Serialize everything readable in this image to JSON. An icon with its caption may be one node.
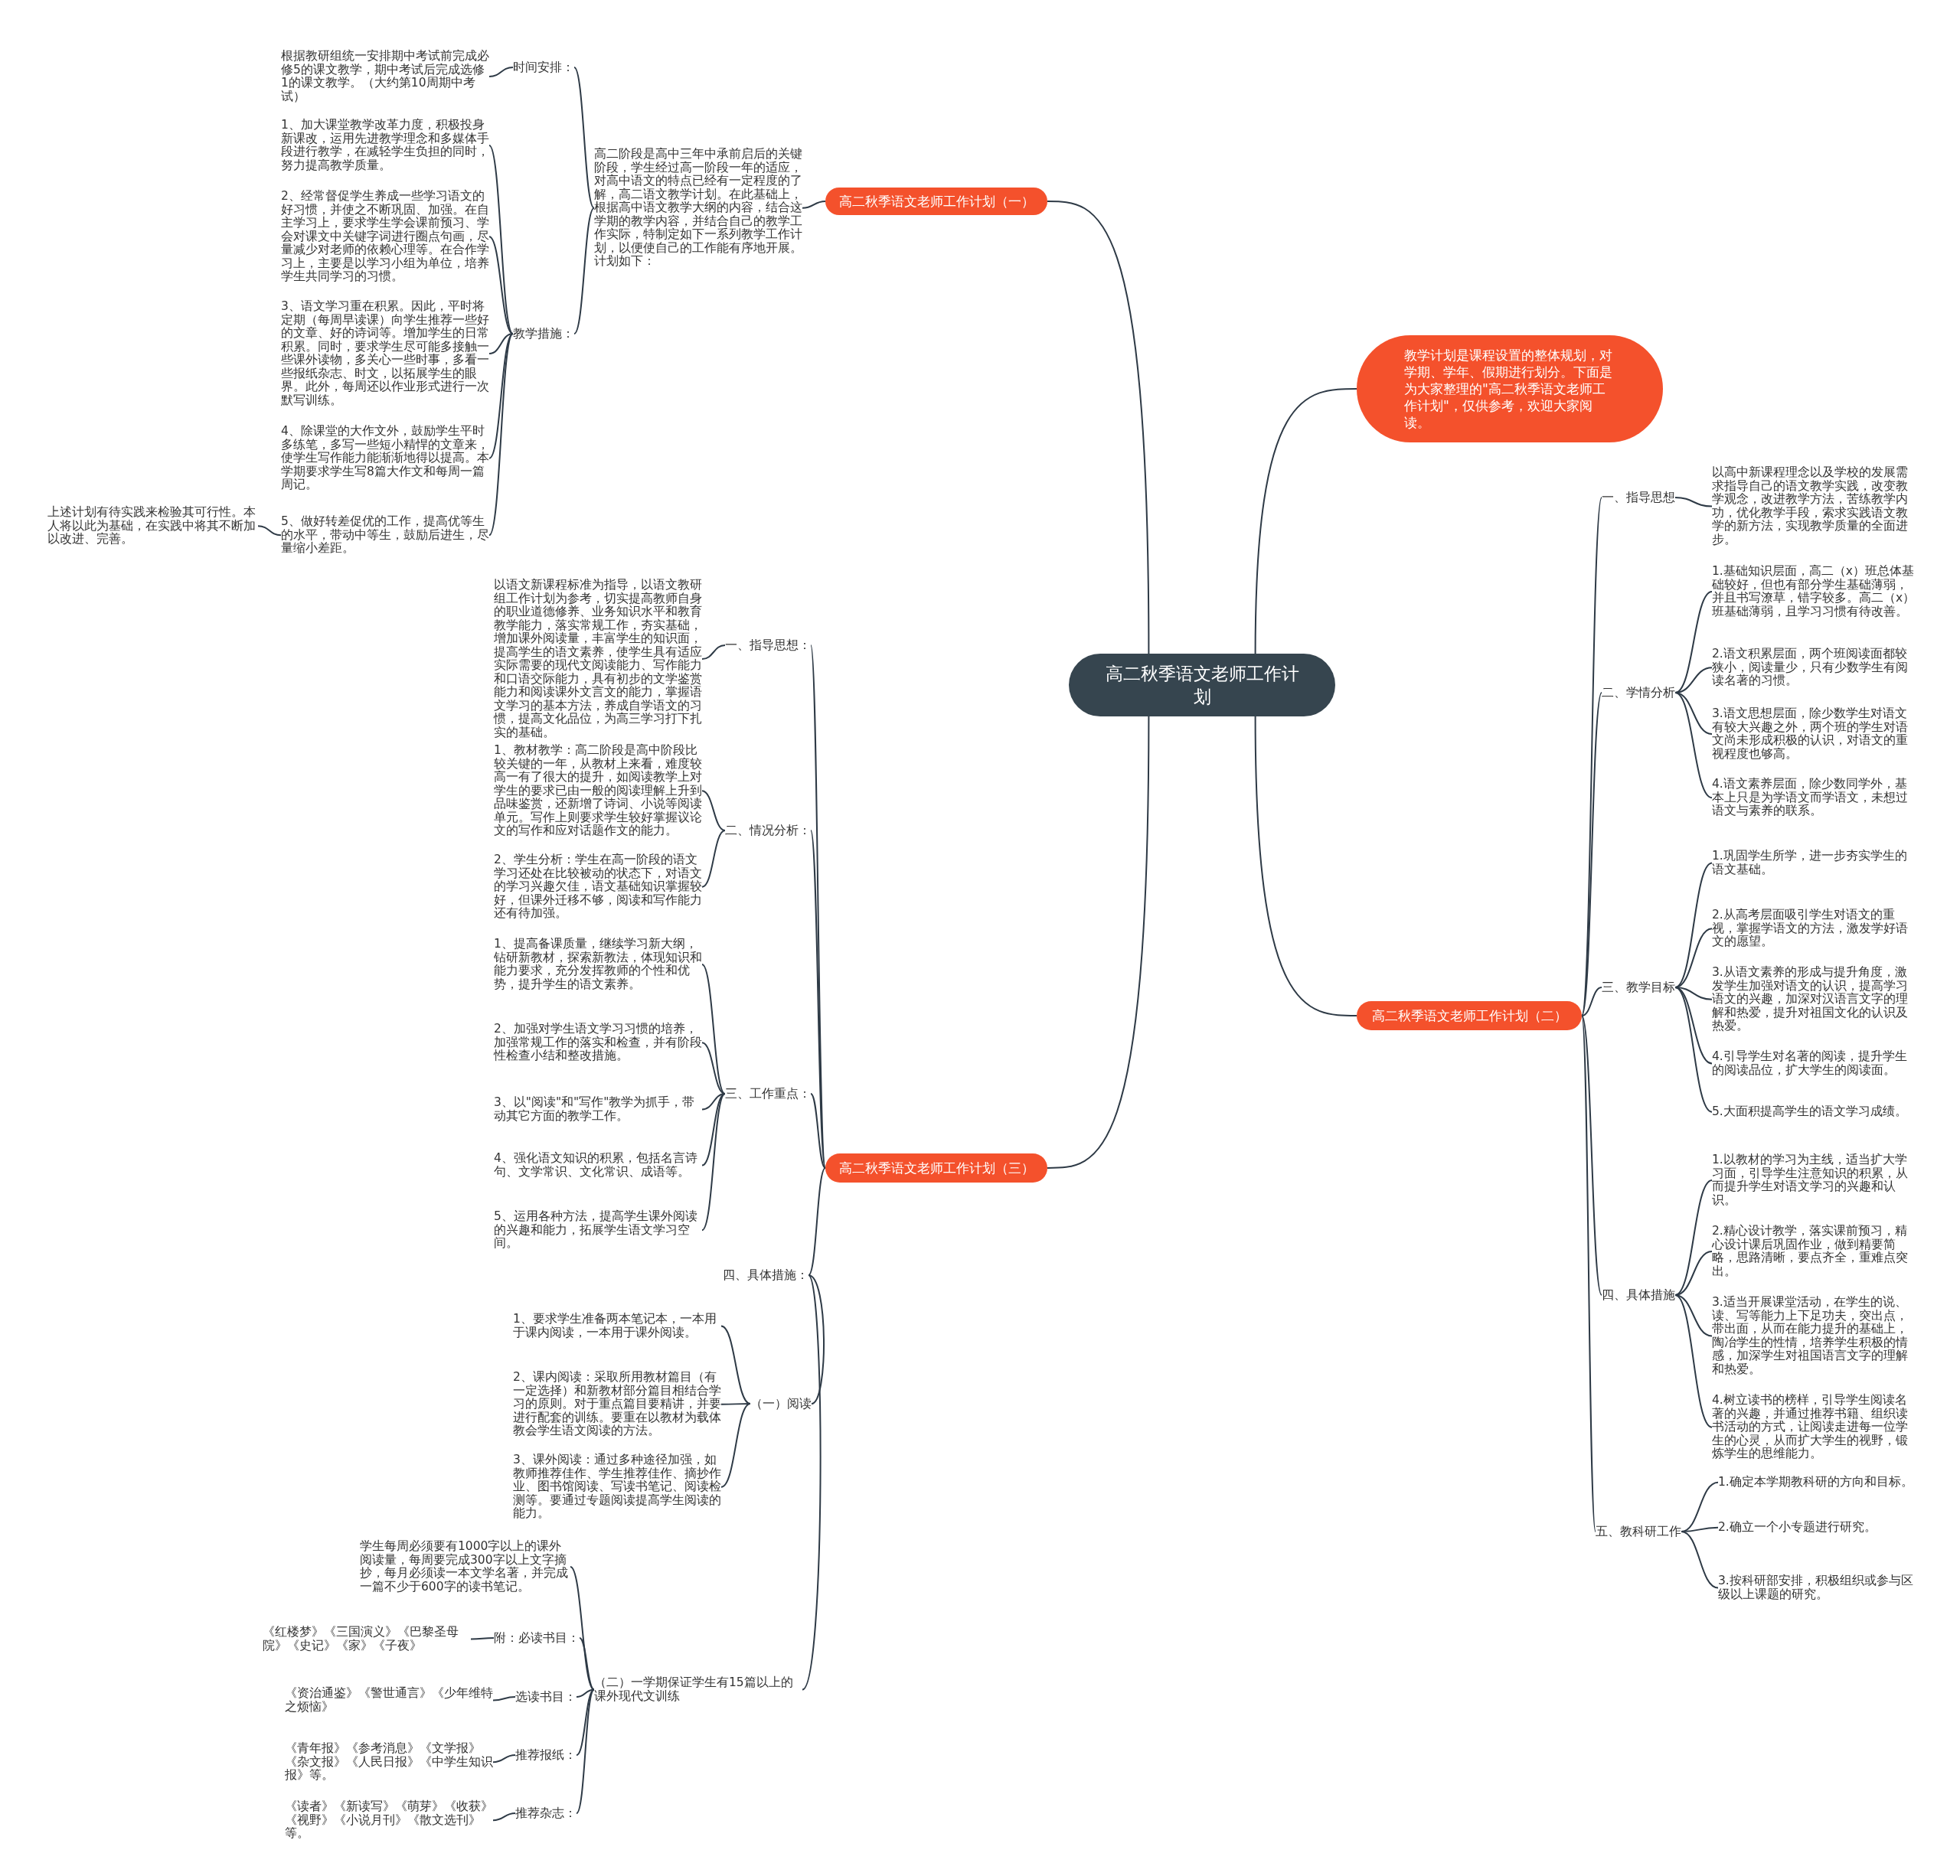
{
  "diagram": {
    "nodes": [
      {
        "text": [
          "高二秋季语文老师工作计划"
        ]
      },
      {
        "text": [
          "高二秋季语文老师工作计划（一）"
        ]
      },
      {
        "text": [
          "教学计划是课程设置的整体规划，对学期、学年、假期进行划分。下面是为大家整理的\"高二秋季语文老师工作计划\"，仅供参考，欢迎大家阅读。"
        ]
      },
      {
        "text": [
          "高二秋季语文老师工作计划（二）"
        ]
      },
      {
        "text": [
          "高二秋季语文老师工作计划（三）"
        ]
      },
      {
        "text": [
          "高二阶段是高中三年中承前启后的关键阶段，学生经过高一阶段一年的适应，对高中语文的特点已经有一定程度的了解，高二语文教学计划。在此基础上，根据高中语文教学大纲的内容，结合这学期的教学内容，并结合自己的教学工作实际，特制定如下一系列教学工作计划，以便使自己的工作能有序地开展。计划如下："
        ]
      },
      {
        "text": [
          "时间安排："
        ]
      },
      {
        "text": [
          "根据教研组统一安排期中考试前完成必修5的课文教学，期中考试后完成选修1的课文教学。（大约第10周期中考试）"
        ]
      },
      {
        "text": [
          "教学措施："
        ]
      },
      {
        "text": [
          "1、加大课堂教学改革力度，积极投身新课改，运用先进教学理念和多媒体手段进行教学，在减轻学生负担的同时，努力提高教学质量。"
        ]
      },
      {
        "text": [
          "2、经常督促学生养成一些学习语文的好习惯，并使之不断巩固、加强。在自主学习上，要求学生学会课前预习、学会对课文中关键字词进行圈点句画，尽量减少对老师的依赖心理等。在合作学习上，主要是以学习小组为单位，培养学生共同学习的习惯。"
        ]
      },
      {
        "text": [
          "3、语文学习重在积累。因此，平时将定期（每周早读课）向学生推荐一些好的文章、好的诗词等。增加学生的日常积累。同时，要求学生尽可能多接触一些课外读物，多关心一些时事，多看一些报纸杂志、时文，以拓展学生的眼界。此外，每周还以作业形式进行一次默写训练。"
        ]
      },
      {
        "text": [
          "4、除课堂的大作文外，鼓励学生平时多练笔，多写一些短小精悍的文章来，使学生写作能力能渐渐地得以提高。本学期要求学生写8篇大作文和每周一篇周记。"
        ]
      },
      {
        "text": [
          "5、做好转差促优的工作，提高优等生的水平，带动中等生，鼓励后进生，尽量缩小差距。"
        ]
      },
      {
        "text": [
          "上述计划有待实践来检验其可行性。本人将以此为基础，在实践中将其不断加以改进、完善。"
        ]
      },
      {
        "text": [
          "一、指导思想："
        ]
      },
      {
        "text": [
          "以语文新课程标准为指导，以语文教研组工作计划为参考，切实提高教师自身的职业道德修养、业务知识水平和教育教学能力，落实常规工作，夯实基础，增加课外阅读量，丰富学生的知识面，提高学生的语文素养，使学生具有适应实际需要的现代文阅读能力、写作能力和口语交际能力，具有初步的文学鉴赏能力和阅读课外文言文的能力，掌握语文学习的基本方法，养成自学语文的习惯，提高文化品位，为高三学习打下扎实的基础。"
        ]
      },
      {
        "text": [
          "二、情况分析："
        ]
      },
      {
        "text": [
          "1、教材教学：高二阶段是高中阶段比较关键的一年，从教材上来看，难度较高一有了很大的提升，如阅读教学上对学生的要求已由一般的阅读理解上升到品味鉴赏，还新增了诗词、小说等阅读单元。写作上则要求学生较好掌握议论文的写作和应对话题作文的能力。"
        ]
      },
      {
        "text": [
          "2、学生分析：学生在高一阶段的语文学习还处在比较被动的状态下，对语文的学习兴趣欠佳，语文基础知识掌握较好，但课外迁移不够，阅读和写作能力还有待加强。"
        ]
      },
      {
        "text": [
          "三、工作重点："
        ]
      },
      {
        "text": [
          "1、提高备课质量，继续学习新大纲，钻研新教材，探索新教法，体现知识和能力要求，充分发挥教师的个性和优势，提升学生的语文素养。"
        ]
      },
      {
        "text": [
          "2、加强对学生语文学习习惯的培养，加强常规工作的落实和检查，并有阶段性检查小结和整改措施。"
        ]
      },
      {
        "text": [
          "3、以\"阅读\"和\"写作\"教学为抓手，带动其它方面的教学工作。"
        ]
      },
      {
        "text": [
          "4、强化语文知识的积累，包括名言诗句、文学常识、文化常识、成语等。"
        ]
      },
      {
        "text": [
          "5、运用各种方法，提高学生课外阅读的兴趣和能力，拓展学生语文学习空间。"
        ]
      },
      {
        "text": [
          "四、具体措施："
        ]
      },
      {
        "text": [
          "（一）阅读"
        ]
      },
      {
        "text": [
          "1、要求学生准备两本笔记本，一本用于课内阅读，一本用于课外阅读。"
        ]
      },
      {
        "text": [
          "2、课内阅读：采取所用教材篇目（有一定选择）和新教材部分篇目相结合学习的原则。对于重点篇目要精讲，并要进行配套的训练。要重在以教材为载体教会学生语文阅读的方法。"
        ]
      },
      {
        "text": [
          "3、课外阅读：通过多种途径加强，如教师推荐佳作、学生推荐佳作、摘抄作业、图书馆阅读、写读书笔记、阅读检测等。要通过专题阅读提高学生阅读的能力。"
        ]
      },
      {
        "text": [
          "（二）一学期保证学生有15篇以上的课外现代文训练"
        ]
      },
      {
        "text": [
          "学生每周必须要有1000字以上的课外阅读量，每周要完成300字以上文字摘抄，每月必须读一本文学名著，并完成一篇不少于600字的读书笔记。"
        ]
      },
      {
        "text": [
          "附：必读书目："
        ]
      },
      {
        "text": [
          "《红楼梦》《三国演义》《巴黎圣母院》《史记》《家》《子夜》"
        ]
      },
      {
        "text": [
          "选读书目："
        ]
      },
      {
        "text": [
          "《资治通鉴》《警世通言》《少年维特之烦恼》"
        ]
      },
      {
        "text": [
          "推荐报纸："
        ]
      },
      {
        "text": [
          "《青年报》《参考消息》《文学报》《杂文报》《人民日报》《中学生知识报》等。"
        ]
      },
      {
        "text": [
          "推荐杂志："
        ]
      },
      {
        "text": [
          "《读者》《新读写》《萌芽》《收获》《视野》《小说月刊》《散文选刊》等。"
        ]
      },
      {
        "text": [
          "一、指导思想"
        ]
      },
      {
        "text": [
          "以高中新课程理念以及学校的发展需求指导自己的语文教学实践，改变教学观念，改进教学方法，苦练教学内功，优化教学手段，索求实践语文教学的新方法，实现教学质量的全面进步。"
        ]
      },
      {
        "text": [
          "二、学情分析"
        ]
      },
      {
        "text": [
          "1.基础知识层面，高二（x）班总体基础较好，但也有部分学生基础薄弱，并且书写潦草，错字较多。高二（x）班基础薄弱，且学习习惯有待改善。"
        ]
      },
      {
        "text": [
          "2.语文积累层面，两个班阅读面都较狭小，阅读量少，只有少数学生有阅读名著的习惯。"
        ]
      },
      {
        "text": [
          "3.语文思想层面，除少数学生对语文有较大兴趣之外，两个班的学生对语文尚未形成积极的认识，对语文的重视程度也够高。"
        ]
      },
      {
        "text": [
          "4.语文素养层面，除少数同学外，基本上只是为学语文而学语文，未想过语文与素养的联系。"
        ]
      },
      {
        "text": [
          "三、教学目标"
        ]
      },
      {
        "text": [
          "1.巩固学生所学，进一步夯实学生的语文基础。"
        ]
      },
      {
        "text": [
          "2.从高考层面吸引学生对语文的重视，掌握学语文的方法，激发学好语文的愿望。"
        ]
      },
      {
        "text": [
          "3.从语文素养的形成与提升角度，激发学生加强对语文的认识，提高学习语文的兴趣，加深对汉语言文字的理解和热爱，提升对祖国文化的认识及热爱。"
        ]
      },
      {
        "text": [
          "4.引导学生对名著的阅读，提升学生的阅读品位，扩大学生的阅读面。"
        ]
      },
      {
        "text": [
          "5.大面积提高学生的语文学习成绩。"
        ]
      },
      {
        "text": [
          "四、具体措施"
        ]
      },
      {
        "text": [
          "1.以教材的学习为主线，适当扩大学习面，引导学生注意知识的积累，从而提升学生对语文学习的兴趣和认识。"
        ]
      },
      {
        "text": [
          "2.精心设计教学，落实课前预习，精心设计课后巩固作业，做到精要简略，思路清晰，要点齐全，重难点突出。"
        ]
      },
      {
        "text": [
          "3.适当开展课堂活动，在学生的说、读、写等能力上下足功夫，突出点，带出面，从而在能力提升的基础上，陶冶学生的性情，培养学生积极的情感，加深学生对祖国语言文字的理解和热爱。"
        ]
      },
      {
        "text": [
          "4.树立读书的榜样，引导学生阅读名著的兴趣，并通过推荐书籍、组织读书活动的方式，让阅读走进每一位学生的心灵，从而扩大学生的视野，锻炼学生的思维能力。"
        ]
      },
      {
        "text": [
          "五、教科研工作"
        ]
      },
      {
        "text": [
          "1.确定本学期教科研的方向和目标。"
        ]
      },
      {
        "text": [
          "2.确立一个小专题进行研究。"
        ]
      },
      {
        "text": [
          "3.按科研部安排，积极组织或参与区级以上课题的研究。"
        ]
      }
    ],
    "edges": [
      {
        "from": 0,
        "to": 1,
        "arrow": "none"
      },
      {
        "from": 0,
        "to": 2,
        "arrow": "none"
      },
      {
        "from": 0,
        "to": 3,
        "arrow": "none"
      },
      {
        "from": 0,
        "to": 4,
        "arrow": "none"
      },
      {
        "from": 1,
        "to": 5,
        "arrow": "none"
      },
      {
        "from": 5,
        "to": 6,
        "arrow": "none"
      },
      {
        "from": 6,
        "to": 7,
        "arrow": "none"
      },
      {
        "from": 5,
        "to": 8,
        "arrow": "none"
      },
      {
        "from": 8,
        "to": 9,
        "arrow": "none"
      },
      {
        "from": 8,
        "to": 10,
        "arrow": "none"
      },
      {
        "from": 8,
        "to": 11,
        "arrow": "none"
      },
      {
        "from": 8,
        "to": 12,
        "arrow": "none"
      },
      {
        "from": 8,
        "to": 13,
        "arrow": "none"
      },
      {
        "from": 13,
        "to": 14,
        "arrow": "none"
      },
      {
        "from": 4,
        "to": 15,
        "arrow": "none"
      },
      {
        "from": 15,
        "to": 16,
        "arrow": "none"
      },
      {
        "from": 4,
        "to": 17,
        "arrow": "none"
      },
      {
        "from": 17,
        "to": 18,
        "arrow": "none"
      },
      {
        "from": 17,
        "to": 19,
        "arrow": "none"
      },
      {
        "from": 4,
        "to": 20,
        "arrow": "none"
      },
      {
        "from": 20,
        "to": 21,
        "arrow": "none"
      },
      {
        "from": 20,
        "to": 22,
        "arrow": "none"
      },
      {
        "from": 20,
        "to": 23,
        "arrow": "none"
      },
      {
        "from": 20,
        "to": 24,
        "arrow": "none"
      },
      {
        "from": 20,
        "to": 25,
        "arrow": "none"
      },
      {
        "from": 4,
        "to": 26,
        "arrow": "none"
      },
      {
        "from": 26,
        "to": 27,
        "arrow": "none"
      },
      {
        "from": 27,
        "to": 28,
        "arrow": "none"
      },
      {
        "from": 27,
        "to": 29,
        "arrow": "none"
      },
      {
        "from": 27,
        "to": 30,
        "arrow": "none"
      },
      {
        "from": 26,
        "to": 31,
        "arrow": "none"
      },
      {
        "from": 31,
        "to": 32,
        "arrow": "none"
      },
      {
        "from": 31,
        "to": 33,
        "arrow": "none"
      },
      {
        "from": 33,
        "to": 34,
        "arrow": "none"
      },
      {
        "from": 31,
        "to": 35,
        "arrow": "none"
      },
      {
        "from": 35,
        "to": 36,
        "arrow": "none"
      },
      {
        "from": 31,
        "to": 37,
        "arrow": "none"
      },
      {
        "from": 37,
        "to": 38,
        "arrow": "none"
      },
      {
        "from": 31,
        "to": 39,
        "arrow": "none"
      },
      {
        "from": 39,
        "to": 40,
        "arrow": "none"
      },
      {
        "from": 3,
        "to": 41,
        "arrow": "none"
      },
      {
        "from": 41,
        "to": 42,
        "arrow": "none"
      },
      {
        "from": 3,
        "to": 43,
        "arrow": "none"
      },
      {
        "from": 43,
        "to": 44,
        "arrow": "none"
      },
      {
        "from": 43,
        "to": 45,
        "arrow": "none"
      },
      {
        "from": 43,
        "to": 46,
        "arrow": "none"
      },
      {
        "from": 43,
        "to": 47,
        "arrow": "none"
      },
      {
        "from": 3,
        "to": 48,
        "arrow": "none"
      },
      {
        "from": 48,
        "to": 49,
        "arrow": "none"
      },
      {
        "from": 48,
        "to": 50,
        "arrow": "none"
      },
      {
        "from": 48,
        "to": 51,
        "arrow": "none"
      },
      {
        "from": 48,
        "to": 52,
        "arrow": "none"
      },
      {
        "from": 48,
        "to": 53,
        "arrow": "none"
      },
      {
        "from": 3,
        "to": 54,
        "arrow": "none"
      },
      {
        "from": 54,
        "to": 55,
        "arrow": "none"
      },
      {
        "from": 54,
        "to": 56,
        "arrow": "none"
      },
      {
        "from": 54,
        "to": 57,
        "arrow": "none"
      },
      {
        "from": 54,
        "to": 58,
        "arrow": "none"
      },
      {
        "from": 3,
        "to": 59,
        "arrow": "none"
      },
      {
        "from": 59,
        "to": 60,
        "arrow": "none"
      },
      {
        "from": 59,
        "to": 61,
        "arrow": "none"
      },
      {
        "from": 59,
        "to": 62,
        "arrow": "none"
      }
    ]
  }
}
